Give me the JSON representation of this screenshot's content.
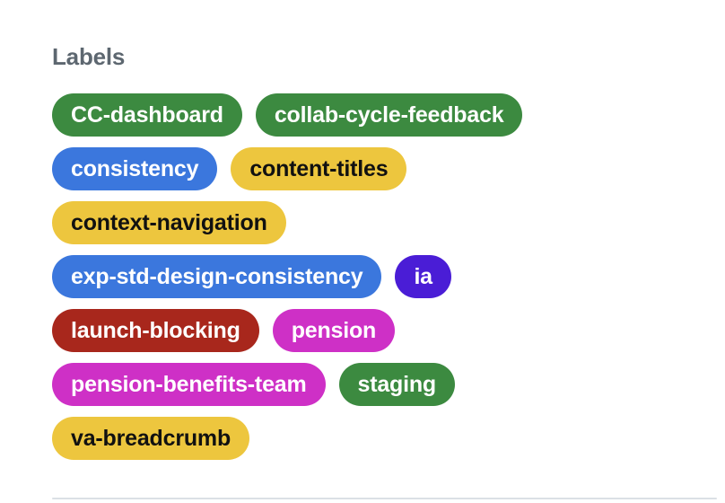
{
  "labels_section": {
    "heading": "Labels",
    "heading_color": "#5d6770",
    "divider_color": "#dbe0e5",
    "colors": {
      "green": {
        "bg": "#3c8a40",
        "text": "#ffffff"
      },
      "blue": {
        "bg": "#3b77dd",
        "text": "#ffffff"
      },
      "yellow": {
        "bg": "#edc63e",
        "text": "#111111"
      },
      "purple": {
        "bg": "#4a1dd6",
        "text": "#ffffff"
      },
      "red": {
        "bg": "#a8271c",
        "text": "#ffffff"
      },
      "magenta": {
        "bg": "#ce30c6",
        "text": "#ffffff"
      }
    },
    "rows": [
      [
        {
          "text": "CC-dashboard",
          "color": "green"
        },
        {
          "text": "collab-cycle-feedback",
          "color": "green"
        }
      ],
      [
        {
          "text": "consistency",
          "color": "blue"
        },
        {
          "text": "content-titles",
          "color": "yellow"
        }
      ],
      [
        {
          "text": "context-navigation",
          "color": "yellow"
        }
      ],
      [
        {
          "text": "exp-std-design-consistency",
          "color": "blue"
        },
        {
          "text": "ia",
          "color": "purple"
        }
      ],
      [
        {
          "text": "launch-blocking",
          "color": "red"
        },
        {
          "text": "pension",
          "color": "magenta"
        }
      ],
      [
        {
          "text": "pension-benefits-team",
          "color": "magenta"
        },
        {
          "text": "staging",
          "color": "green"
        }
      ],
      [
        {
          "text": "va-breadcrumb",
          "color": "yellow"
        }
      ]
    ]
  }
}
